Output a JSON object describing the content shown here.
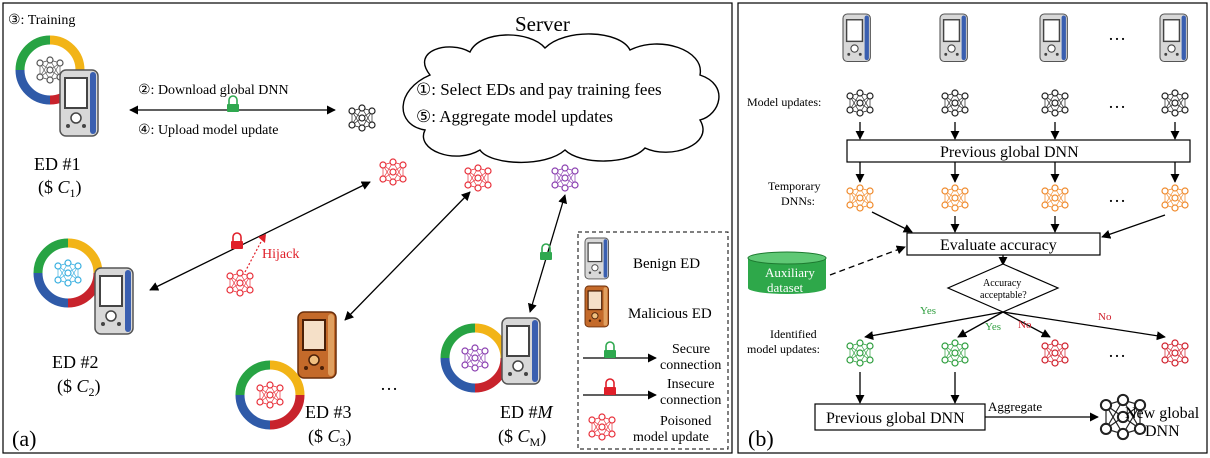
{
  "panel_a": {
    "label": "(a)",
    "server_label": "Server",
    "step1": "①: Select EDs and pay training fees",
    "step5": "⑤: Aggregate model updates",
    "step3": "③: Training",
    "step2": "②: Download global DNN",
    "step4": "④: Upload model update",
    "hijack": "Hijack",
    "ellipsis": "…",
    "ed1": {
      "name": "ED #1",
      "fee_prefix": "($ ",
      "fee_var": "C",
      "fee_sub": "1",
      "fee_suffix": ")"
    },
    "ed2": {
      "name": "ED #2",
      "fee_prefix": "($ ",
      "fee_var": "C",
      "fee_sub": "2",
      "fee_suffix": ")"
    },
    "ed3": {
      "name": "ED #3",
      "fee_prefix": "($ ",
      "fee_var": "C",
      "fee_sub": "3",
      "fee_suffix": ")"
    },
    "edM": {
      "name_prefix": "ED #",
      "name_var": "M",
      "fee_prefix": "($ ",
      "fee_var": "C",
      "fee_sub": "M",
      "fee_suffix": ")"
    },
    "legend": {
      "benign": "Benign ED",
      "malicious": "Malicious ED",
      "secure_1": "Secure",
      "secure_2": "connection",
      "insecure_1": "Insecure",
      "insecure_2": "connection",
      "poisoned_1": "Poisoned",
      "poisoned_2": "model update"
    }
  },
  "panel_b": {
    "label": "(b)",
    "model_updates": "Model updates:",
    "prev_global_top": "Previous global DNN",
    "temporary_1": "Temporary",
    "temporary_2": "DNNs:",
    "evaluate": "Evaluate accuracy",
    "auxiliary_1": "Auxiliary",
    "auxiliary_2": "dataset",
    "decision_1": "Accuracy",
    "decision_2": "acceptable?",
    "yes": "Yes",
    "no": "No",
    "identified_1": "Identified",
    "identified_2": "model updates:",
    "prev_global_bottom": "Previous global DNN",
    "aggregate": "Aggregate",
    "new_global_1": "New global",
    "new_global_2": "DNN",
    "ellipsis": "…"
  },
  "colors": {
    "secure": "#2fa84f",
    "insecure": "#e0202a",
    "poisoned": "#e8303a",
    "orange": "#f08a2c",
    "green": "#2e9e3e",
    "red": "#d0202c",
    "purple": "#8a3fb0",
    "cyan": "#3ab0e0",
    "ring_yellow": "#f2b417",
    "ring_green": "#27a343",
    "ring_blue": "#2f5aa8",
    "ring_red": "#c8232c",
    "malicious_phone": "#b85a1c",
    "aux": "#2ea84a"
  }
}
